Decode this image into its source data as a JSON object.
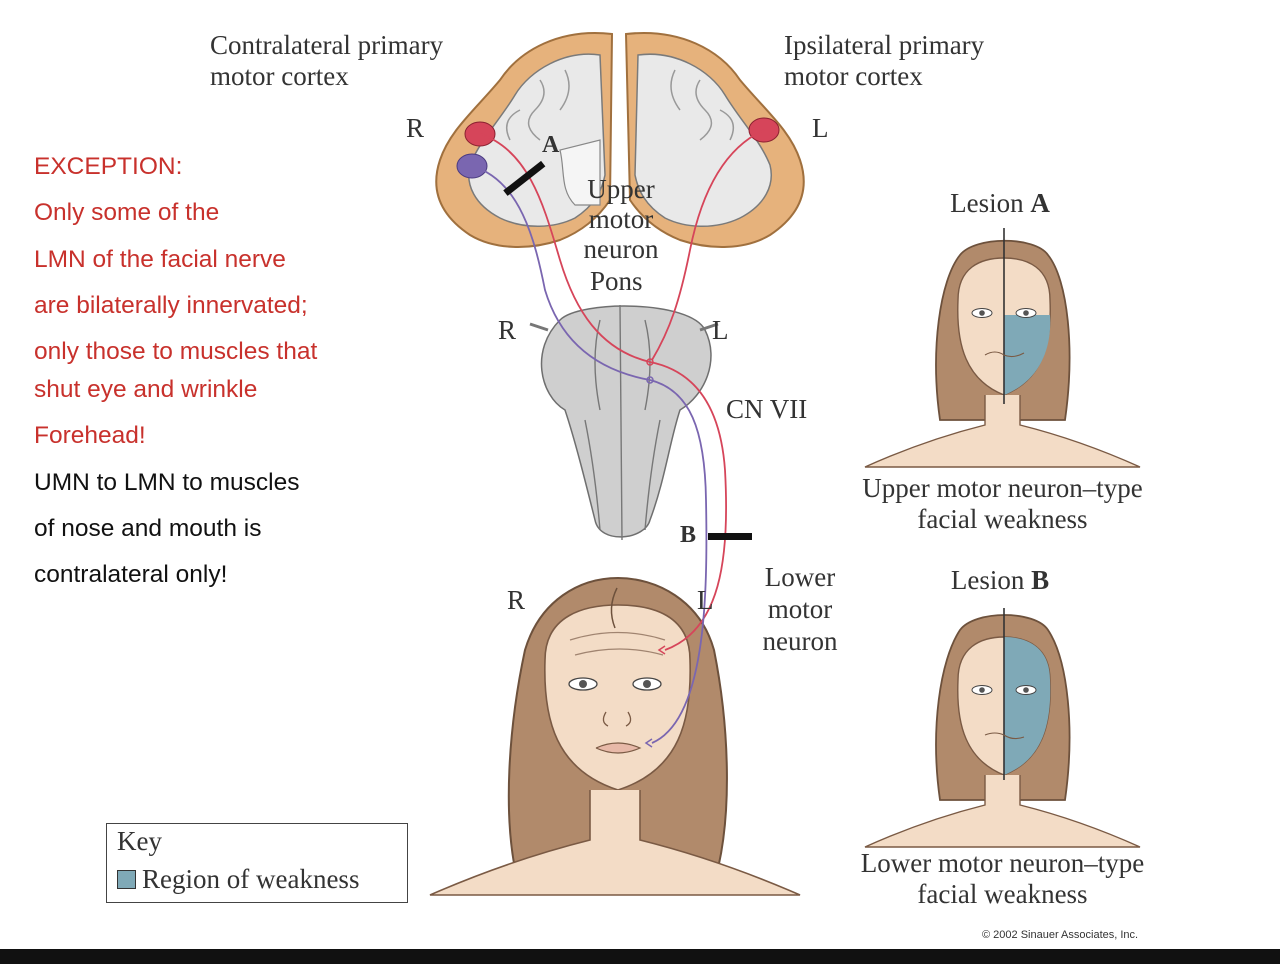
{
  "labels": {
    "contra_cortex": [
      "Contralateral primary",
      "motor cortex"
    ],
    "ipsi_cortex": [
      "Ipsilateral primary",
      "motor cortex"
    ],
    "r_top": "R",
    "l_top": "L",
    "lesion_a_marker": "A",
    "umn": [
      "Upper",
      "motor",
      "neuron"
    ],
    "pons": "Pons",
    "r_pons": "R",
    "l_pons": "L",
    "cn_vii": "CN VII",
    "lesion_b_marker": "B",
    "r_face": "R",
    "l_face": "L",
    "lmn": [
      "Lower",
      "motor",
      "neuron"
    ]
  },
  "exception_note": {
    "red_lines": [
      "EXCEPTION:",
      "Only some of the",
      "LMN of the facial nerve",
      "are bilaterally innervated;",
      "only those to muscles that",
      "shut eye and wrinkle",
      "Forehead!"
    ],
    "black_lines": [
      "UMN to LMN to muscles",
      "of nose and mouth is",
      "contralateral only!"
    ]
  },
  "lesion_a": {
    "title_prefix": "Lesion",
    "title_letter": "A",
    "caption": [
      "Upper motor neuron–type",
      "facial weakness"
    ]
  },
  "lesion_b": {
    "title_prefix": "Lesion",
    "title_letter": "B",
    "caption": [
      "Lower motor neuron–type",
      "facial weakness"
    ]
  },
  "key": {
    "title": "Key",
    "item": "Region of weakness",
    "swatch_color": "#7fa9b7"
  },
  "copyright": "© 2002 Sinauer Associates, Inc.",
  "colors": {
    "umn_red": "#d6455a",
    "umn_purple": "#7a66b0",
    "cortex_orange": "#e6b27c",
    "hair": "#b18a6b",
    "skin": "#f3dcc6",
    "weakness": "#7fa9b7"
  }
}
